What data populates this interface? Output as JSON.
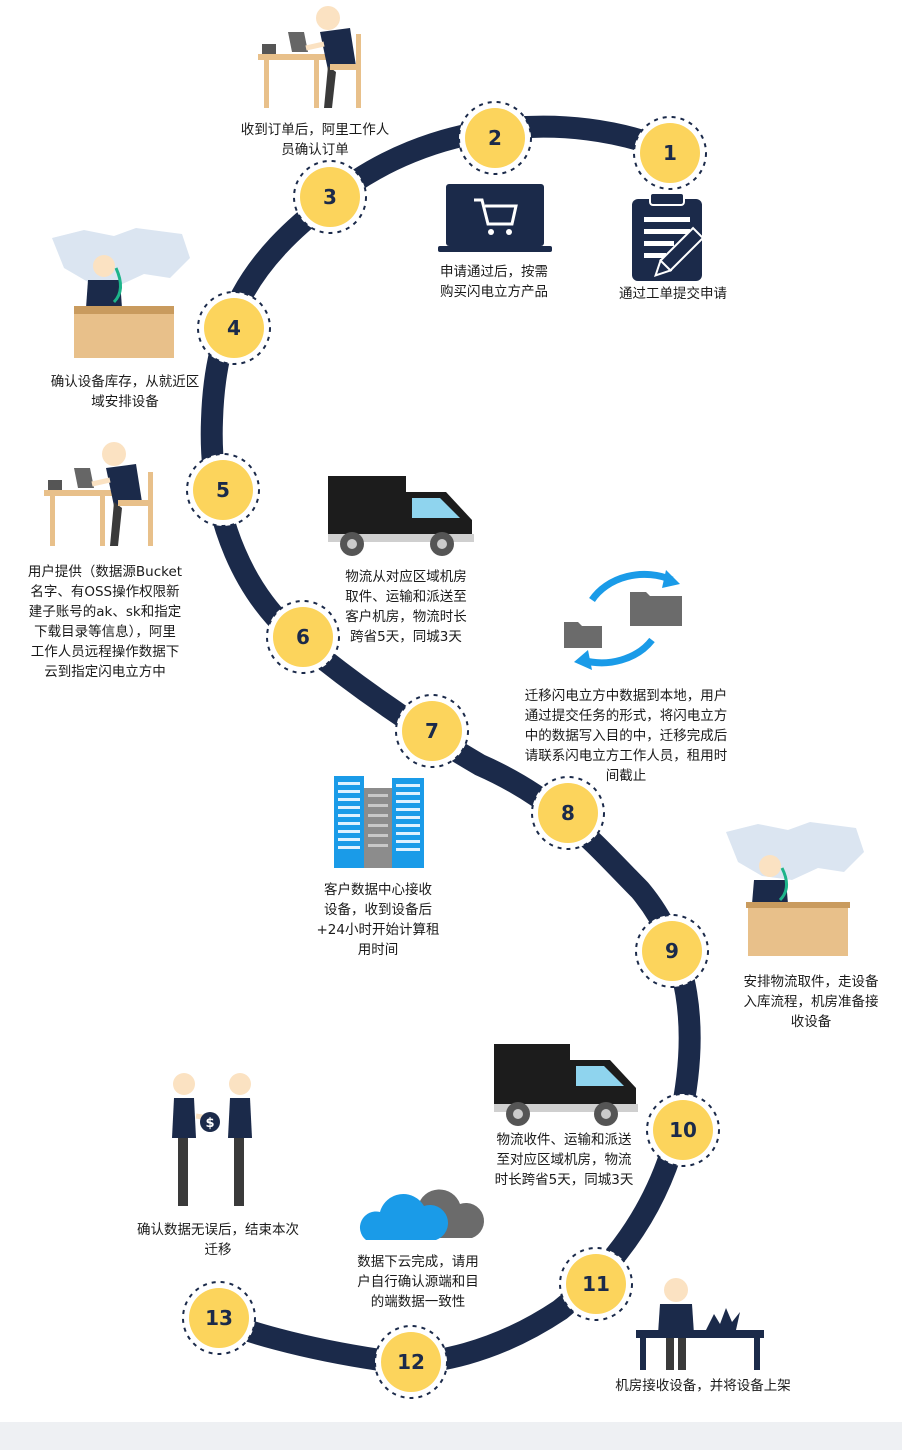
{
  "colors": {
    "track": "#1b2a4a",
    "badge": "#fcd45c",
    "badge_text": "#1b2a4a",
    "accent_blue": "#1a9be8",
    "skin": "#fbe2c2",
    "desk": "#e8c08a",
    "truck": "#1c1c1c"
  },
  "steps": [
    {
      "num": "1",
      "caption": "通过工单提交申请",
      "icon": "clipboard-pencil-icon"
    },
    {
      "num": "2",
      "caption": "申请通过后，按需\n购买闪电立方产品",
      "icon": "laptop-cart-icon"
    },
    {
      "num": "3",
      "caption": "收到订单后，阿里工作人\n员确认订单",
      "icon": "person-desk-laptop-icon"
    },
    {
      "num": "4",
      "caption": "确认设备库存，从就近区\n域安排设备",
      "icon": "operator-map-icon"
    },
    {
      "num": "5",
      "caption": "用户提供（数据源Bucket\n名字、有OSS操作权限新\n建子账号的ak、sk和指定\n下载目录等信息），阿里\n工作人员远程操作数据下\n云到指定闪电立方中",
      "icon": "person-desk-laptop-icon"
    },
    {
      "num": "6",
      "caption": "物流从对应区域机房\n取件、运输和派送至\n客户机房，物流时长\n跨省5天，同城3天",
      "icon": "truck-icon"
    },
    {
      "num": "7",
      "caption": "迁移闪电立方中数据到本地，用户\n通过提交任务的形式，将闪电立方\n中的数据写入目的中，迁移完成后\n请联系闪电立方工作人员，租用时\n间截止",
      "icon": "folder-sync-icon"
    },
    {
      "num": "8",
      "caption": "客户数据中心接收\n设备，收到设备后\n+24小时开始计算租\n用时间",
      "icon": "buildings-icon"
    },
    {
      "num": "9",
      "caption": "安排物流取件，走设备\n入库流程，机房准备接\n收设备",
      "icon": "operator-map-icon"
    },
    {
      "num": "10",
      "caption": "物流收件、运输和派送\n至对应区域机房，物流\n时长跨省5天，同城3天",
      "icon": "truck-icon"
    },
    {
      "num": "11",
      "caption": "机房接收设备，并将设备上架",
      "icon": "worker-rack-icon"
    },
    {
      "num": "12",
      "caption": "数据下云完成，请用\n户自行确认源端和目\n的端数据一致性",
      "icon": "cloud-icon"
    },
    {
      "num": "13",
      "caption": "确认数据无误后，结束本次\n迁移",
      "icon": "handover-money-icon"
    }
  ]
}
